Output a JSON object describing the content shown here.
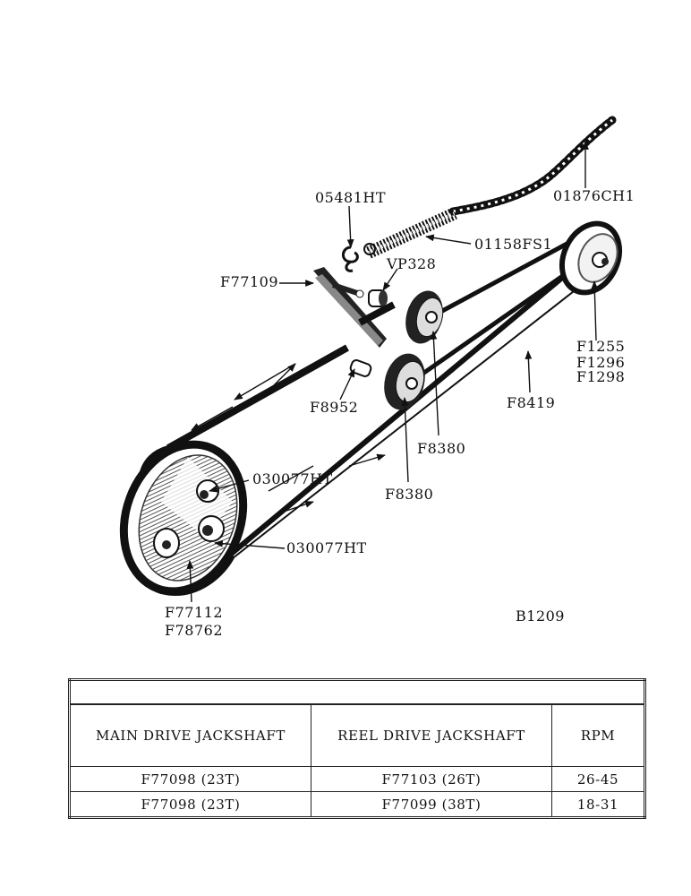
{
  "diagram": {
    "labels": {
      "chain": "01876CH1",
      "hook": "05481HT",
      "spring": "01158FS1",
      "bushing": "VP328",
      "arm": "F77109",
      "pulley_top_right": [
        "F1255",
        "F1296",
        "F1298"
      ],
      "belt": "F8419",
      "pin": "F8952",
      "idler_upper": "F8380",
      "idler_lower": "F8380",
      "set_screw_1": "030077HT",
      "set_screw_2": "030077HT",
      "large_pulley": [
        "F77112",
        "F78762"
      ],
      "figure_id": "B1209"
    }
  },
  "table": {
    "headers": [
      "MAIN DRIVE JACKSHAFT",
      "REEL DRIVE JACKSHAFT",
      "RPM"
    ],
    "rows": [
      [
        "F77098 (23T)",
        "F77103 (26T)",
        "26-45"
      ],
      [
        "F77098 (23T)",
        "F77099 (38T)",
        "18-31"
      ]
    ]
  }
}
